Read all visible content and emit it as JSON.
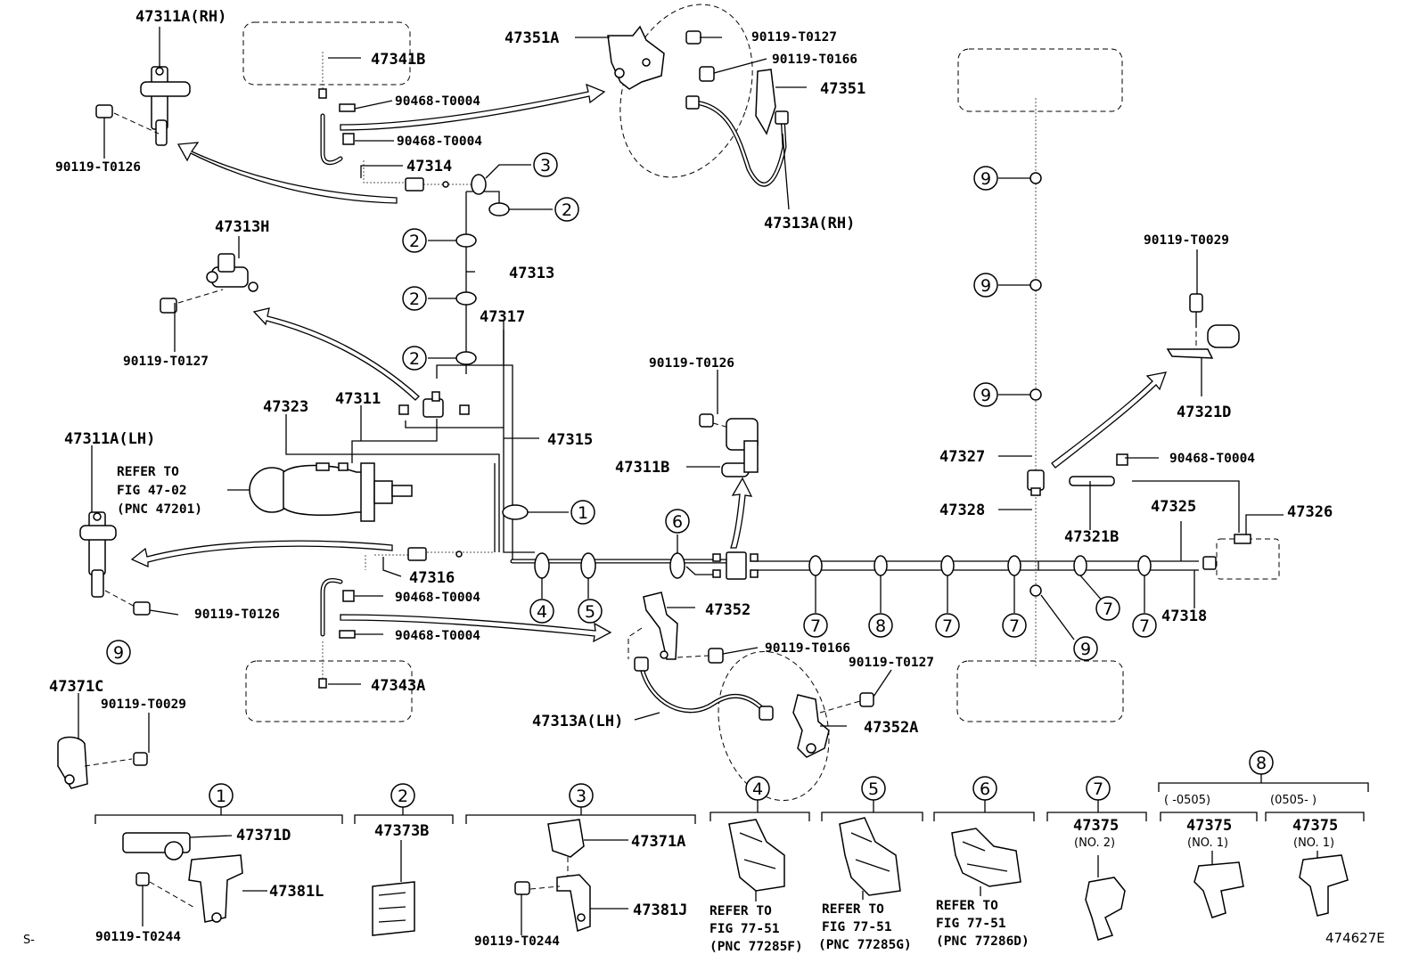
{
  "labels": {
    "p47311A_RH": "47311A(RH)",
    "p47341B": "47341B",
    "p90468_T0004_a": "90468-T0004",
    "p90468_T0004_b": "90468-T0004",
    "p47314": "47314",
    "p90119_T0126_a": "90119-T0126",
    "p47351A": "47351A",
    "p90119_T0127_a": "90119-T0127",
    "p90119_T0166_a": "90119-T0166",
    "p47351": "47351",
    "p47313A_RH": "47313A(RH)",
    "p47313H": "47313H",
    "p90119_T0127_b": "90119-T0127",
    "p47313": "47313",
    "p47317": "47317",
    "p47323": "47323",
    "p47311": "47311",
    "p47315": "47315",
    "p47311A_LH": "47311A(LH)",
    "refer1": "REFER TO",
    "refer2": "FIG 47-02",
    "refer3": "(PNC 47201)",
    "p90119_T0126_b": "90119-T0126",
    "p47311B": "47311B",
    "p47316": "47316",
    "p90468_T0004_c": "90468-T0004",
    "p90468_T0004_d": "90468-T0004",
    "p90119_T0126_c": "90119-T0126",
    "p47352": "47352",
    "p90119_T0166_b": "90119-T0166",
    "p47343A": "47343A",
    "p47313A_LH": "47313A(LH)",
    "p90119_T0127_c": "90119-T0127",
    "p47352A": "47352A",
    "p47371C": "47371C",
    "p90119_T0029_a": "90119-T0029",
    "p90119_T0029_b": "90119-T0029",
    "p47321D": "47321D",
    "p47327": "47327",
    "p47328": "47328",
    "p90468_T0004_e": "90468-T0004",
    "p47325": "47325",
    "p47326": "47326",
    "p47321B": "47321B",
    "p47318": "47318",
    "p47371D": "47371D",
    "p47381L": "47381L",
    "p90119_T0244_a": "90119-T0244",
    "p47373B": "47373B",
    "p47371A": "47371A",
    "p47381J": "47381J",
    "p90119_T0244_b": "90119-T0244",
    "ref4_1": "REFER TO",
    "ref4_2": "FIG 77-51",
    "ref4_3": "(PNC 77285F)",
    "ref5_1": "REFER TO",
    "ref5_2": "FIG 77-51",
    "ref5_3": "(PNC 77285G)",
    "ref6_1": "REFER TO",
    "ref6_2": "FIG 77-51",
    "ref6_3": "(PNC 77286D)",
    "p47375_7": "47375",
    "no2": "(NO. 2)",
    "p47375_8a": "47375",
    "no1a": "(NO. 1)",
    "p47375_8b": "47375",
    "no1b": "(NO. 1)",
    "range_a": "(    -0505)",
    "range_b": "(0505-    )",
    "corner_left": "S-",
    "corner_right": "474627E"
  },
  "callouts": {
    "c1": "1",
    "c2": "2",
    "c3": "3",
    "c4": "4",
    "c5": "5",
    "c6": "6",
    "c7": "7",
    "c8": "8",
    "c9": "9"
  }
}
